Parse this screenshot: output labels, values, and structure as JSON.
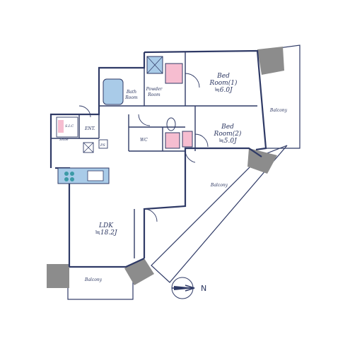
{
  "colors": {
    "wall": "#2f3a66",
    "wall_light": "#5a6890",
    "fill_gray": "#8c8c8c",
    "fill_blue": "#a9cbe8",
    "fill_pink": "#f6bdd0",
    "fill_teal": "#3c9aa6"
  },
  "rooms": {
    "bed1": {
      "line1": "Bed",
      "line2": "Room(1)",
      "area": "≒6.0J"
    },
    "bed2": {
      "line1": "Bed",
      "line2": "Room(2)",
      "area": "≒5.0J"
    },
    "ldk": {
      "line1": "LDK",
      "area": "≒18.2J"
    },
    "bath": {
      "line1": "Bath",
      "line2": "Room"
    },
    "powder": {
      "line1": "Powder",
      "line2": "Room"
    },
    "wc": "WC",
    "ent": "ENT.",
    "shoe": "Shoe",
    "sic": "S.I.C",
    "ps": "PS"
  },
  "balconies": {
    "east": "Balcony",
    "south": "Balcony",
    "west": "Balcony"
  },
  "compass": {
    "label": "N"
  }
}
